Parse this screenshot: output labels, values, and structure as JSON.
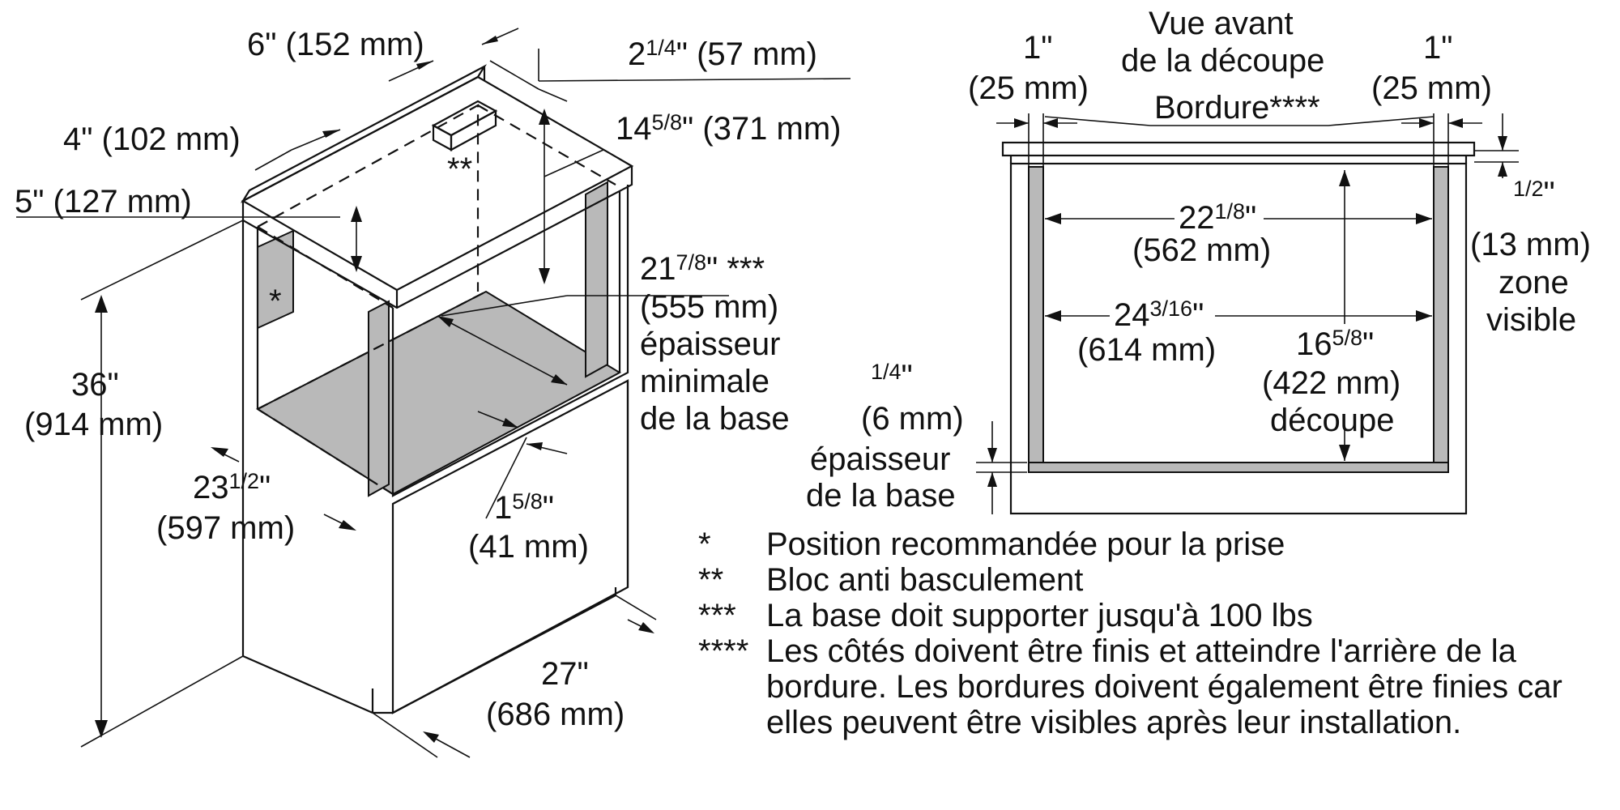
{
  "left": {
    "d6_a": "6\" (152 mm)",
    "d4_a": "4\" (102 mm)",
    "d5_a": "5\" (127 mm)",
    "d214": {
      "pre": "2",
      "sup": "1/4",
      "post": "\" (57 mm)"
    },
    "d1458": {
      "pre": "14",
      "sup": "5/8",
      "post": "\" (371 mm)"
    },
    "d2178": {
      "pre": "21",
      "sup": "7/8",
      "post": "\" ***"
    },
    "d2178_mm": "(555 mm)",
    "thickness_1": "épaisseur",
    "thickness_2": "minimale",
    "thickness_3": "de la base",
    "d36": "36\"",
    "d36_mm": "(914 mm)",
    "d2312": {
      "pre": "23",
      "sup": "1/2",
      "post": "\""
    },
    "d2312_mm": "(597 mm)",
    "d158": {
      "pre": "1",
      "sup": "5/8",
      "post": "\""
    },
    "d158_mm": "(41 mm)",
    "d27": "27\"",
    "d27_mm": "(686 mm)",
    "mark_outlet": "*",
    "mark_block": "**"
  },
  "right": {
    "title_1": "Vue avant",
    "title_2": "de la découpe",
    "bordure": "Bordure****",
    "d1_left": "1\"",
    "d1_left_mm": "(25 mm)",
    "d1_right": "1\"",
    "d1_right_mm": "(25 mm)",
    "d2218": {
      "pre": "22",
      "sup": "1/8",
      "post": "\""
    },
    "d2218_mm": "(562 mm)",
    "d24316": {
      "pre": "24",
      "sup": "3/16",
      "post": "\""
    },
    "d24316_mm": "(614 mm)",
    "d1658": {
      "pre": "16",
      "sup": "5/8",
      "post": "\""
    },
    "d1658_mm": "(422 mm)",
    "cutout": "découpe",
    "d12": {
      "sup": "1/2",
      "post": "\""
    },
    "d12_mm": "(13 mm)",
    "visible_1": "zone",
    "visible_2": "visible",
    "d14": {
      "sup": "1/4",
      "post": "\""
    },
    "d14_mm": "(6 mm)",
    "base_1": "épaisseur",
    "base_2": "de la base"
  },
  "notes": [
    {
      "mark": "*",
      "text": "Position recommandée pour la prise"
    },
    {
      "mark": "**",
      "text": "Bloc anti basculement"
    },
    {
      "mark": "***",
      "text": "La base doit supporter jusqu'à 100 lbs"
    },
    {
      "mark": "****",
      "text": "Les côtés doivent être finis et atteindre l'arrière de la bordure. Les bordures doivent également être finies car elles peuvent être visibles après leur installation."
    }
  ]
}
